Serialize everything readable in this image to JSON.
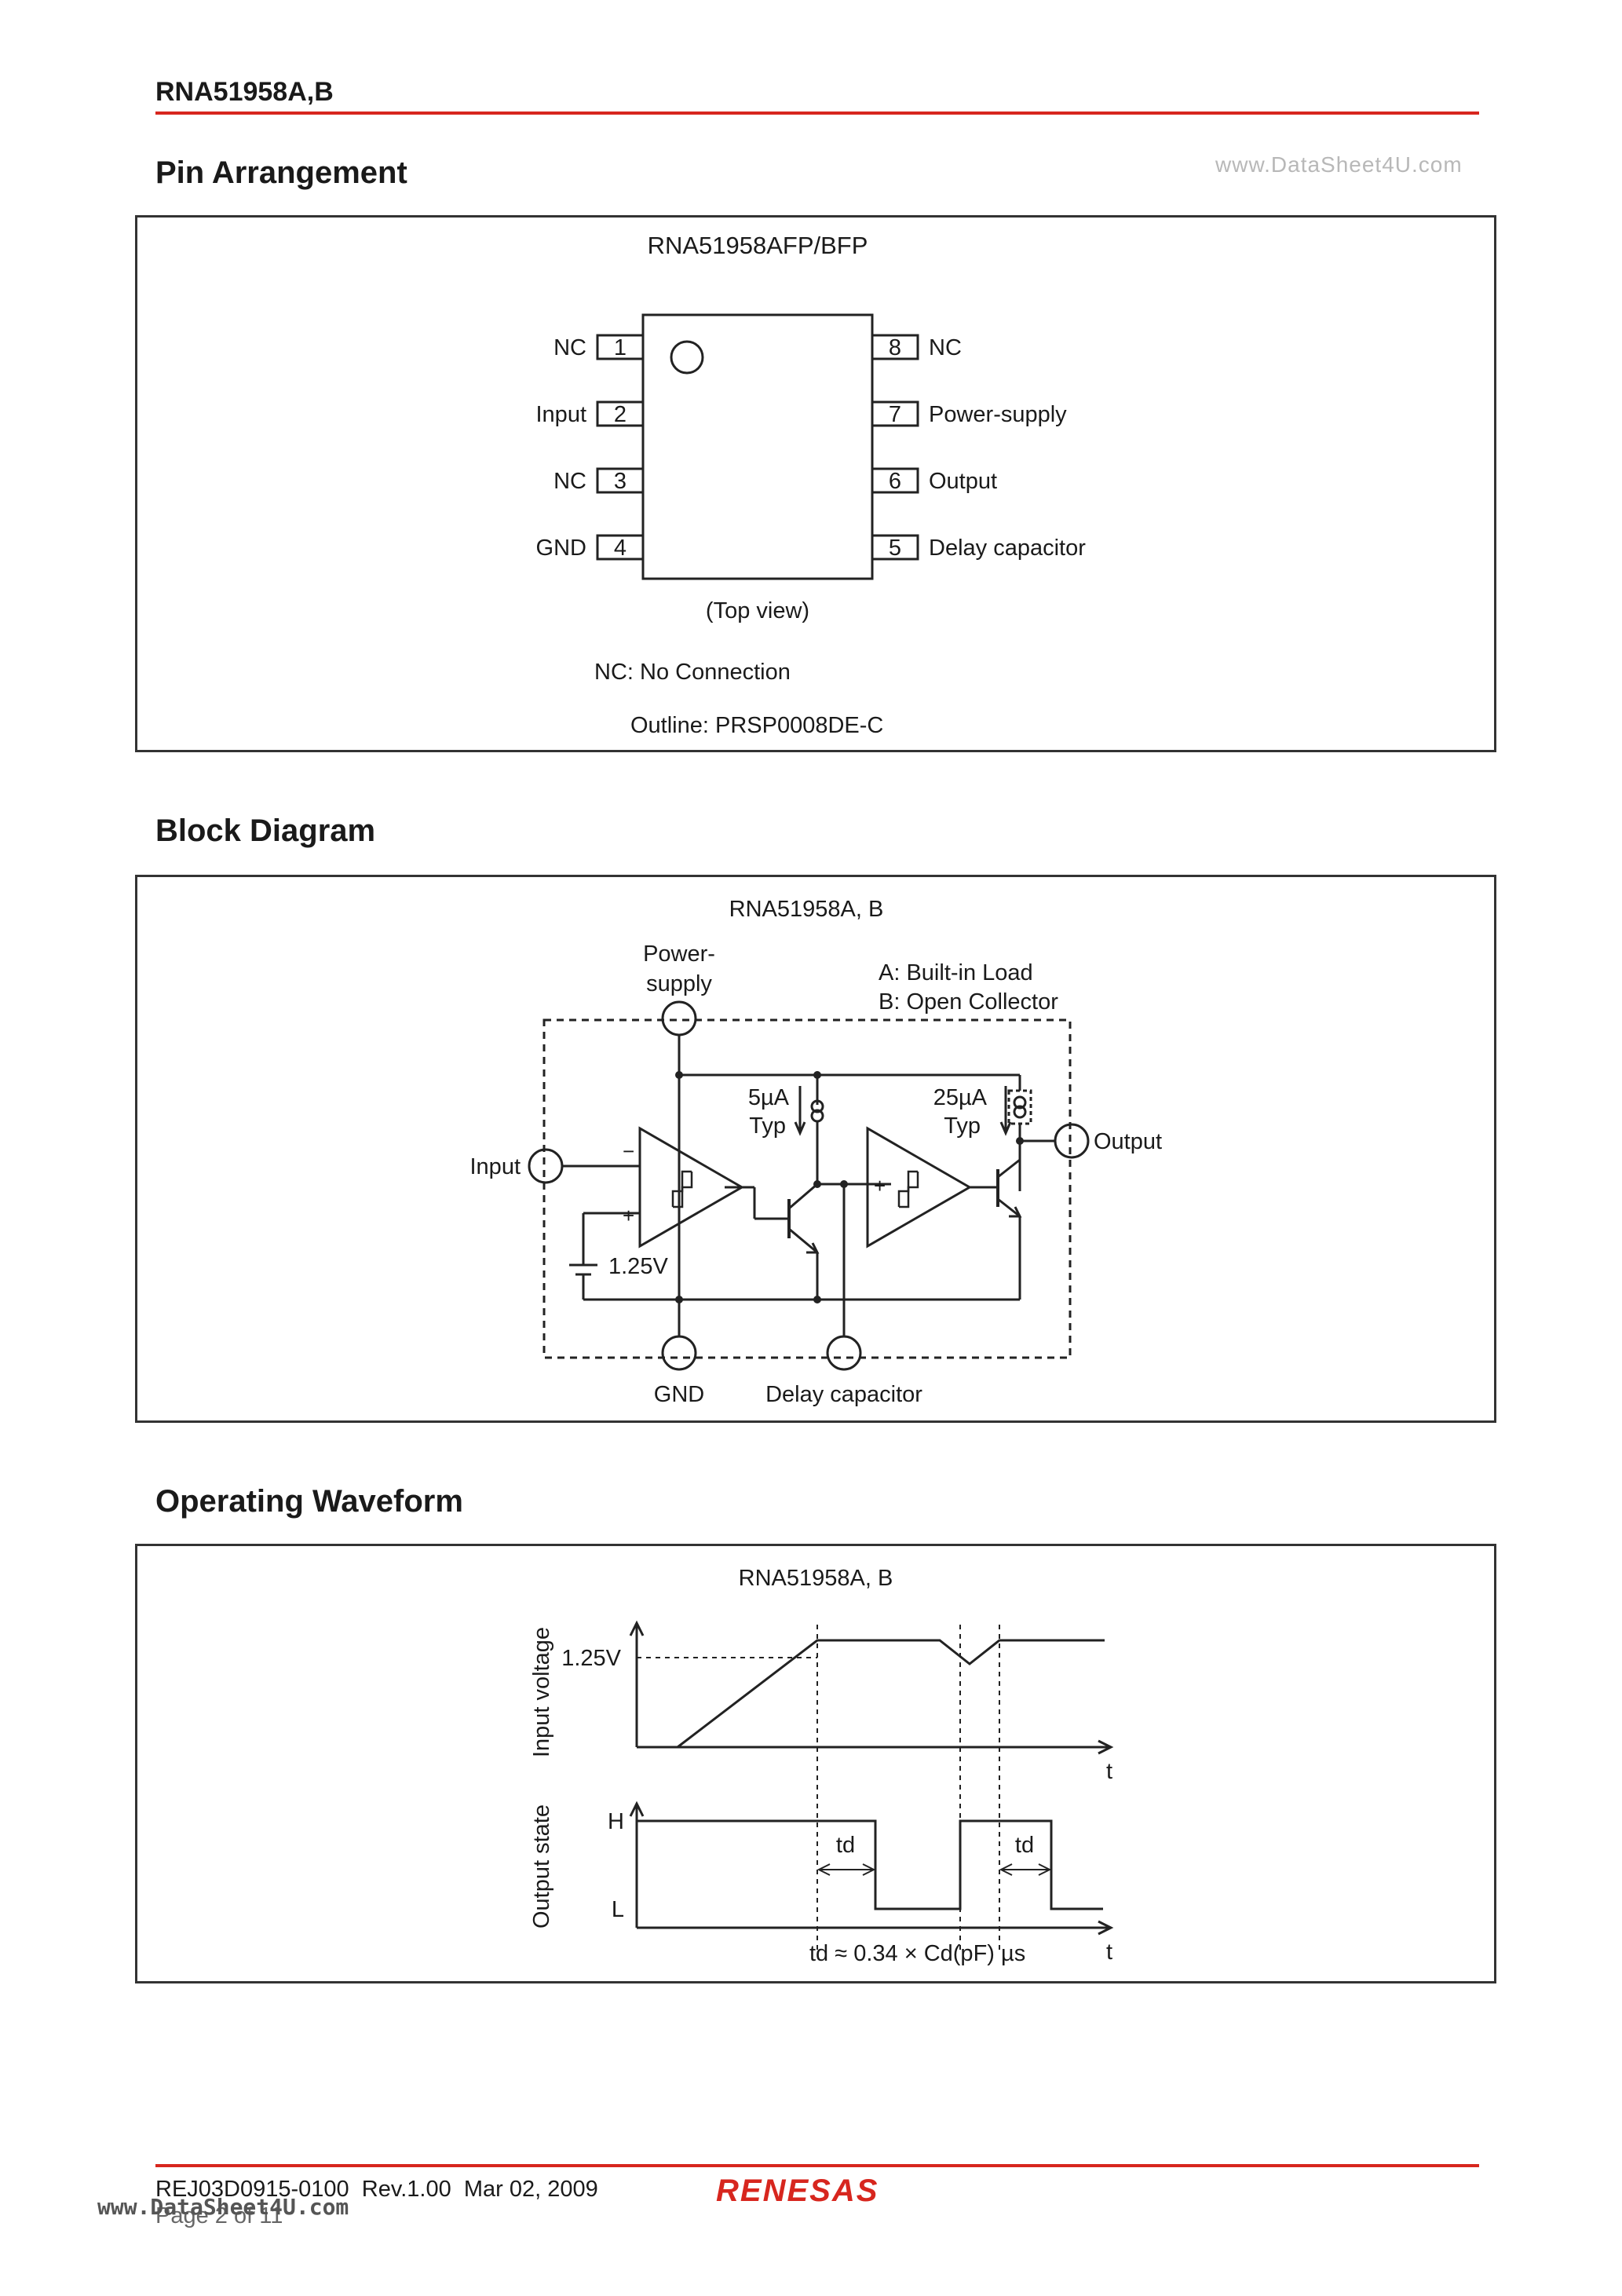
{
  "header": {
    "doc_title": "RNA51958A,B",
    "watermark": "www.DataSheet4U.com"
  },
  "pin_arrangement": {
    "section_title": "Pin Arrangement",
    "package_title": "RNA51958AFP/BFP",
    "left_pins": [
      {
        "num": "1",
        "label": "NC"
      },
      {
        "num": "2",
        "label": "Input"
      },
      {
        "num": "3",
        "label": "NC"
      },
      {
        "num": "4",
        "label": "GND"
      }
    ],
    "right_pins": [
      {
        "num": "8",
        "label": "NC"
      },
      {
        "num": "7",
        "label": "Power-supply"
      },
      {
        "num": "6",
        "label": "Output"
      },
      {
        "num": "5",
        "label": "Delay capacitor"
      }
    ],
    "view_note": "(Top view)",
    "nc_note": "NC: No Connection",
    "outline_note": "Outline: PRSP0008DE-C"
  },
  "block_diagram": {
    "section_title": "Block Diagram",
    "title": "RNA51958A, B",
    "power_label_1": "Power-",
    "power_label_2": "supply",
    "variant_a": "A: Built-in Load",
    "variant_b": "B: Open Collector",
    "input_label": "Input",
    "output_label": "Output",
    "gnd_label": "GND",
    "delay_label": "Delay capacitor",
    "cs1_value": "5µA",
    "cs1_typ": "Typ",
    "cs2_value": "25µA",
    "cs2_typ": "Typ",
    "ref_voltage": "1.25V",
    "minus_sign": "−",
    "plus_sign": "+"
  },
  "waveform": {
    "section_title": "Operating Waveform",
    "title": "RNA51958A, B",
    "input_axis_label": "Input voltage",
    "output_axis_label": "Output state",
    "threshold_label": "1.25V",
    "time_label": "t",
    "high_label": "H",
    "low_label": "L",
    "td_label": "td",
    "formula": "td ≈ 0.34 × Cd(pF) µs"
  },
  "footer": {
    "doc_code": "REJ03D0915-0100",
    "revision": "Rev.1.00",
    "date": "Mar 02, 2009",
    "page": "Page 2 of 11",
    "logo": "RENESAS",
    "watermark": "www.DataSheet4U.com"
  },
  "colors": {
    "accent_rule": "#d7261e",
    "ink": "#1a1a1a"
  }
}
